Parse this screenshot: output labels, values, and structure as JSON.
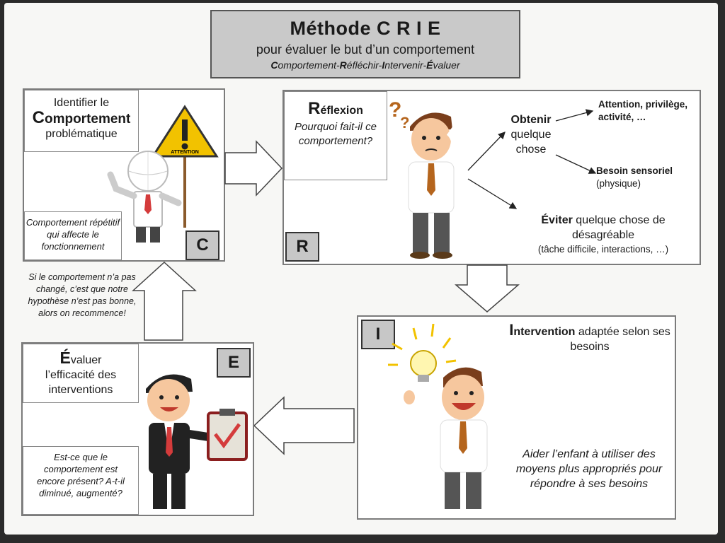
{
  "title": {
    "main": "Méthode C R I E",
    "sub": "pour évaluer le but d’un comportement",
    "expl_parts": [
      "C",
      "omportement-",
      "R",
      "éfléchir-",
      "I",
      "ntervenir-",
      "É",
      "valuer"
    ]
  },
  "panel_c": {
    "line1": "Identifier le",
    "initial": "C",
    "line2_rest": "omportement",
    "line3": "problématique",
    "note": "Comportement répétitif qui affecte le fonctionnement",
    "letter": "C",
    "sign_text": "ATTENTION"
  },
  "panel_r": {
    "initial": "R",
    "title_rest": "éflexion",
    "question": "Pourquoi fait-il ce comportement?",
    "obtain_bold": "Obtenir",
    "obtain_rest": "quelque chose",
    "attention_text": "Attention, privilège, activité, …",
    "sensory_bold": "Besoin sensoriel",
    "sensory_rest": "(physique)",
    "avoid_bold": "Éviter",
    "avoid_rest": " quelque chose de désagréable",
    "avoid_paren": "(tâche difficile, interactions, …)",
    "letter": "R"
  },
  "panel_i": {
    "letter": "I",
    "initial": "I",
    "title_bold_rest": "ntervention",
    "title_rest": " adaptée selon ses besoins",
    "help": "Aider l’enfant à utiliser des moyens plus appropriés pour répondre à ses besoins"
  },
  "panel_e": {
    "letter": "E",
    "initial": "É",
    "line1_rest": "valuer",
    "line2": "l’efficacité des interventions",
    "question": "Est-ce que le comportement est encore présent? A-t-il diminué, augmenté?"
  },
  "loop_note": "Si le comportement n’a pas changé, c’est que notre hypothèse n’est pas bonne, alors on recommence!",
  "colors": {
    "title_bg": "#c9c9c9",
    "letter_bg": "#c7c7c7",
    "tie": "#b5651d",
    "sign": "#f2c200",
    "hair": "#7a3e1b"
  },
  "icons": [
    "attention-sign-icon",
    "thinking-man-icon",
    "idea-lightbulb-icon",
    "clipboard-check-icon"
  ]
}
